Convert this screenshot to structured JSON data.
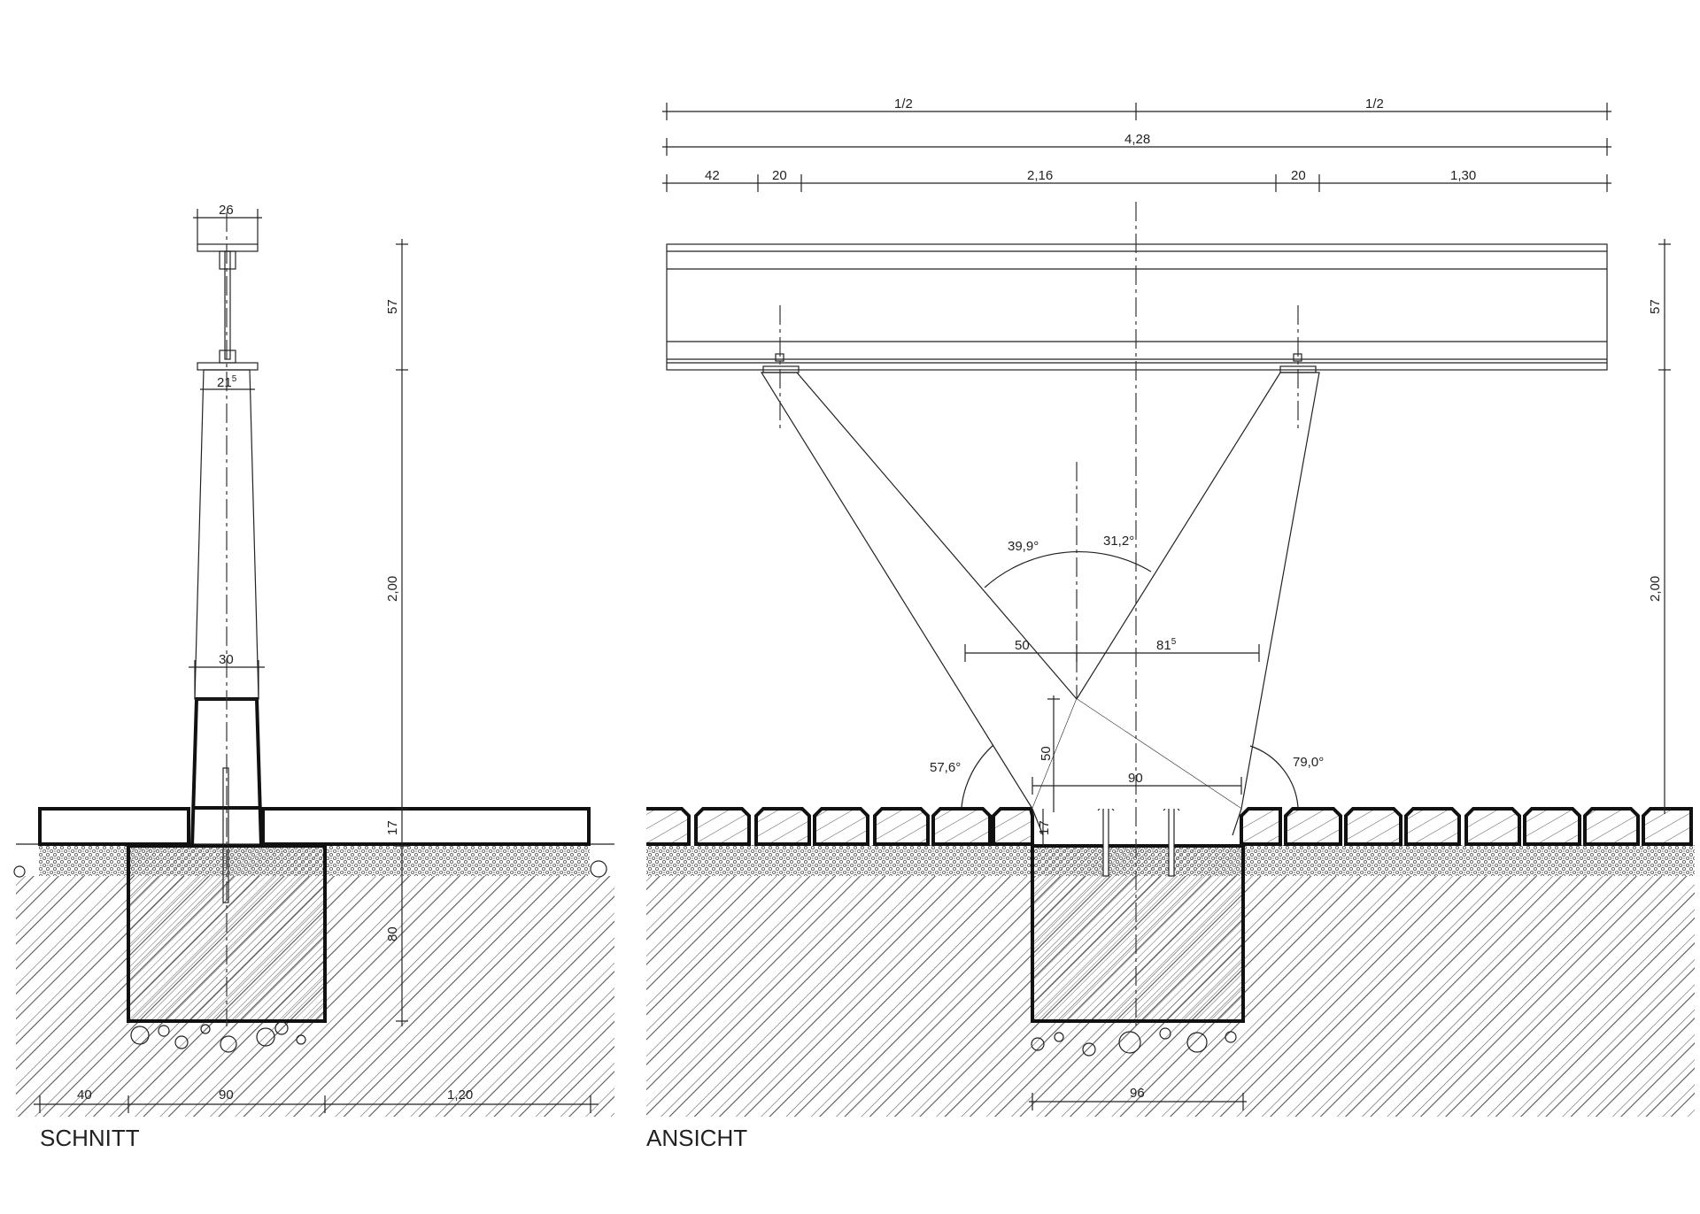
{
  "section": {
    "caption": "SCHNITT",
    "dims": {
      "top_flange": "26",
      "top_col": "21",
      "top_col_sup": "5",
      "base_col": "30",
      "beam_height": "57",
      "col_height": "2,00",
      "paving": "17",
      "foundation": "80",
      "left": "40",
      "footing": "90",
      "right": "1,20"
    }
  },
  "elevation": {
    "caption": "ANSICHT",
    "dims": {
      "half_left": "1/2",
      "half_right": "1/2",
      "total": "4,28",
      "seg1": "42",
      "seg2": "20",
      "seg3": "2,16",
      "seg4": "20",
      "seg5": "1,30",
      "beam_height": "57",
      "col_height": "2,00",
      "angle_left_top": "39,9°",
      "angle_right_top": "31,2°",
      "offset_left": "50",
      "offset_right": "81",
      "offset_right_sup": "5",
      "apex_height": "50",
      "base_width": "90",
      "angle_bottom_left": "57,6°",
      "angle_bottom_right": "79,0°",
      "paving": "17",
      "footing": "96"
    }
  }
}
